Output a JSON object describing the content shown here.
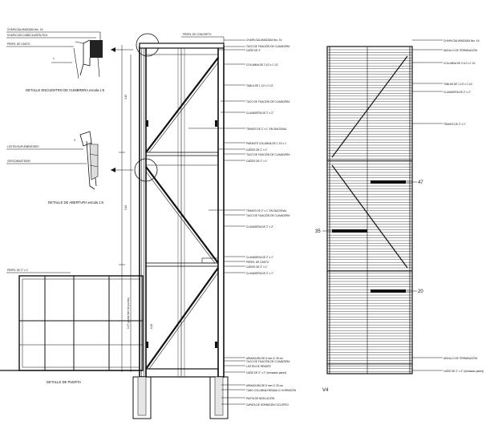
{
  "callouts_left_details": {
    "top": [
      "CHAPA GALVANIZADA Nro. 16",
      "CHAPA CON CANECA ASFÁLTICA",
      "PERFIL DE CANTO"
    ],
    "middle": [
      "LISTÓN SUPLEMENTARIO",
      "CERCO/BASTIDOR"
    ],
    "door": [
      "PERFIL DE 2\" x 1\""
    ]
  },
  "detail_titles": {
    "roof": "DETALLE ENCUENTRO DE CUMBRERA escala 1:5",
    "opening": "DETALLE DE ABERTURA escala 1:5",
    "door": "DETALLE DE PUERTA"
  },
  "callouts_section": [
    "PERFIL DE CONCRETO",
    "CHAPA GALVANIZADA Nro. 16",
    "TACO DE FIJACIÓN DE CLAVADERA",
    "CAÑO DE 2\"",
    "COLUMNA DE 2 1/2 x 2 1/2",
    "TABLA DE 1 1/2 x 2 1/2",
    "TACO DE FIJACIÓN DE CLAVADERA",
    "CLAVADERA DE 2\" x 2\"",
    "TRAVES DE 2\" x 1\" EN DIAGONAL",
    "PARANTE COLUMNA DE 2 1/2 x 1",
    "CAÑOS DE 2\" x 1\"",
    "TACO DE FIJACIÓN DE CLAVADERA",
    "CAÑOS DE 2\" x 1\"",
    "TRAVES DE 2\" x 1\" EN DIAGONAL",
    "TACO DE FIJACIÓN DE CLAVADERA",
    "CLAVADERA DE 2\" x 2\"",
    "CLAVADERA DE 2\" x 1\"",
    "PERFIL DE CANTO",
    "CAÑOS DE 2\" x 1\"",
    "CLAVADERA DE 2\" x 1\"",
    "ARMADURA DE 6 mm C/ 30 cm",
    "TACO DE FIJACIÓN DE CLAVADERA",
    "LISTÓN DE REMATE",
    "CAÑO DE 2\" x 2\" (enrasado pared)",
    "ARMADURA DE 8 mm C/ 30 cm",
    "TUBO COLUMNA PARADA C/ HORMIGÓN",
    "PASTA DE NIVELACIÓN",
    "ZAPATA DE HORMIGÓN CICLÓPEO"
  ],
  "dimension_labels": [
    "3.15",
    "3.15",
    "6.15",
    "1.97 (pared libre de puerta)"
  ],
  "elevation_callouts": [
    "CHAPA GALVANIZADA Nro. 16",
    "ÁNGULO DE TERMINACIÓN",
    "COLUMNA DE 2 1/2 x 2 1/2",
    "TABLAS DE 1 1/2 x 2 1/2",
    "CLAVADERA DE 2\" x 2\"",
    "TRAVES DE 2\" x 1\"",
    "ÁNGULO DE TERMINACIÓN",
    "CAÑO DE 2\" x 2\" (enrasado pared)"
  ],
  "marker_numbers": {
    "a": "47",
    "b": "35",
    "c": "20"
  },
  "view_label": "V4"
}
